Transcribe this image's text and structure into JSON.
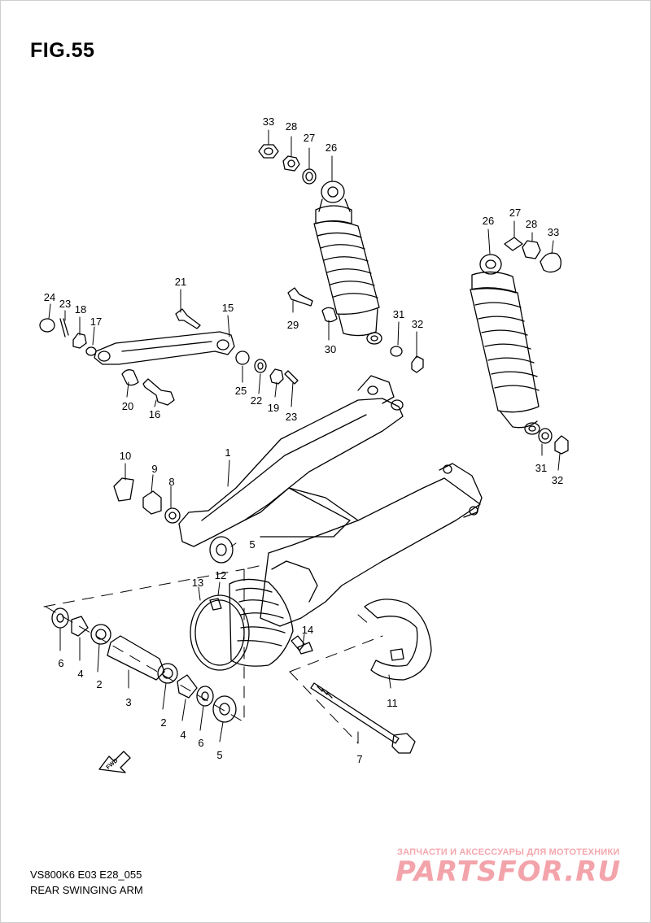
{
  "figure": {
    "title": "FIG.55"
  },
  "footer": {
    "code": "VS800K6 E03 E28_055",
    "caption": "REAR SWINGING ARM"
  },
  "watermark": {
    "top_text": "ЗАПЧАСТИ И АКСЕССУАРЫ ДЛЯ МОТОТЕХНИКИ",
    "logo": "PARTSFOR.RU"
  },
  "direction_arrow": {
    "text": "FWD"
  },
  "callouts": [
    "33",
    "28",
    "27",
    "26",
    "26",
    "27",
    "28",
    "33",
    "21",
    "15",
    "24",
    "23",
    "18",
    "17",
    "29",
    "30",
    "31",
    "32",
    "25",
    "22",
    "19",
    "23",
    "20",
    "16",
    "1",
    "10",
    "9",
    "8",
    "5",
    "31",
    "32",
    "13",
    "12",
    "14",
    "6",
    "4",
    "2",
    "3",
    "11",
    "2",
    "4",
    "6",
    "5",
    "7"
  ],
  "colors": {
    "line": "#000000",
    "watermark": "#f3a3aa"
  }
}
